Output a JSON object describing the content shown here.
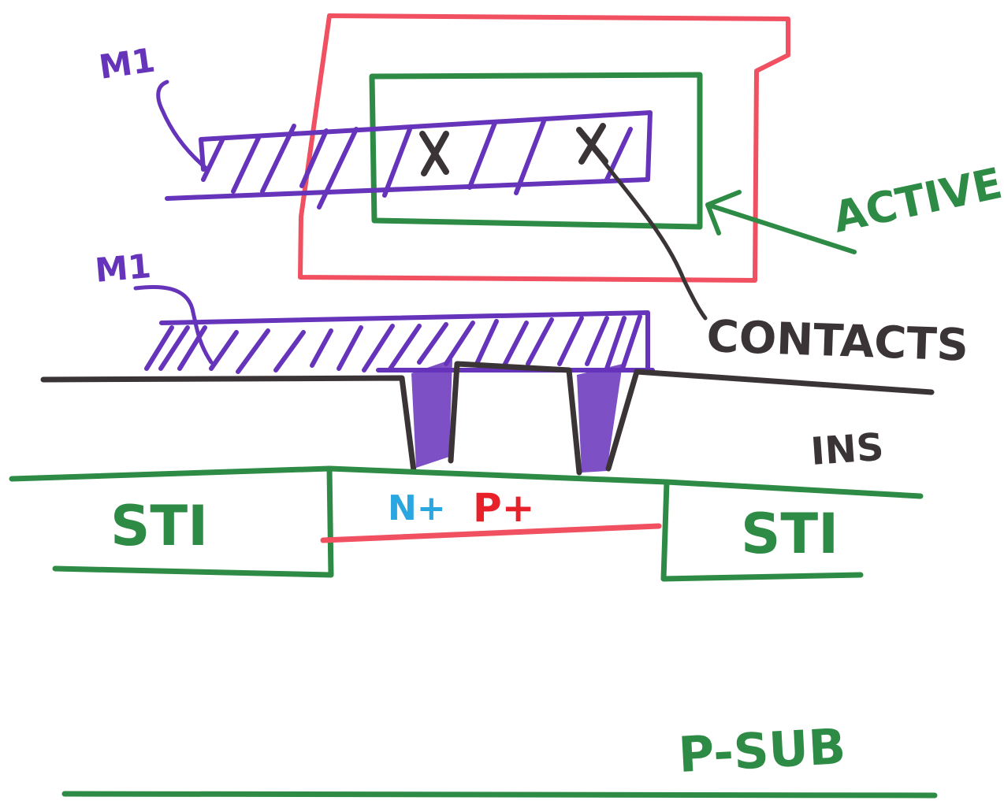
{
  "colors": {
    "metal": "#6633bb",
    "active": "#2e8b45",
    "implant": "#f05060",
    "contact": "#3a3436",
    "n_plus": "#2aa6e0",
    "p_plus": "#e8202a",
    "background": "#ffffff"
  },
  "top_view": {
    "metal_label": "M1",
    "active_label": "ACTIVE",
    "contacts_label": "CONTACTS",
    "contact_marks": [
      "X",
      "X"
    ]
  },
  "cross_section": {
    "metal_label": "M1",
    "insulator_label": "INS",
    "left_isolation_label": "STI",
    "right_isolation_label": "STI",
    "diffusion_n_label": "N+",
    "diffusion_p_label": "P+",
    "substrate_label": "P-SUB"
  }
}
